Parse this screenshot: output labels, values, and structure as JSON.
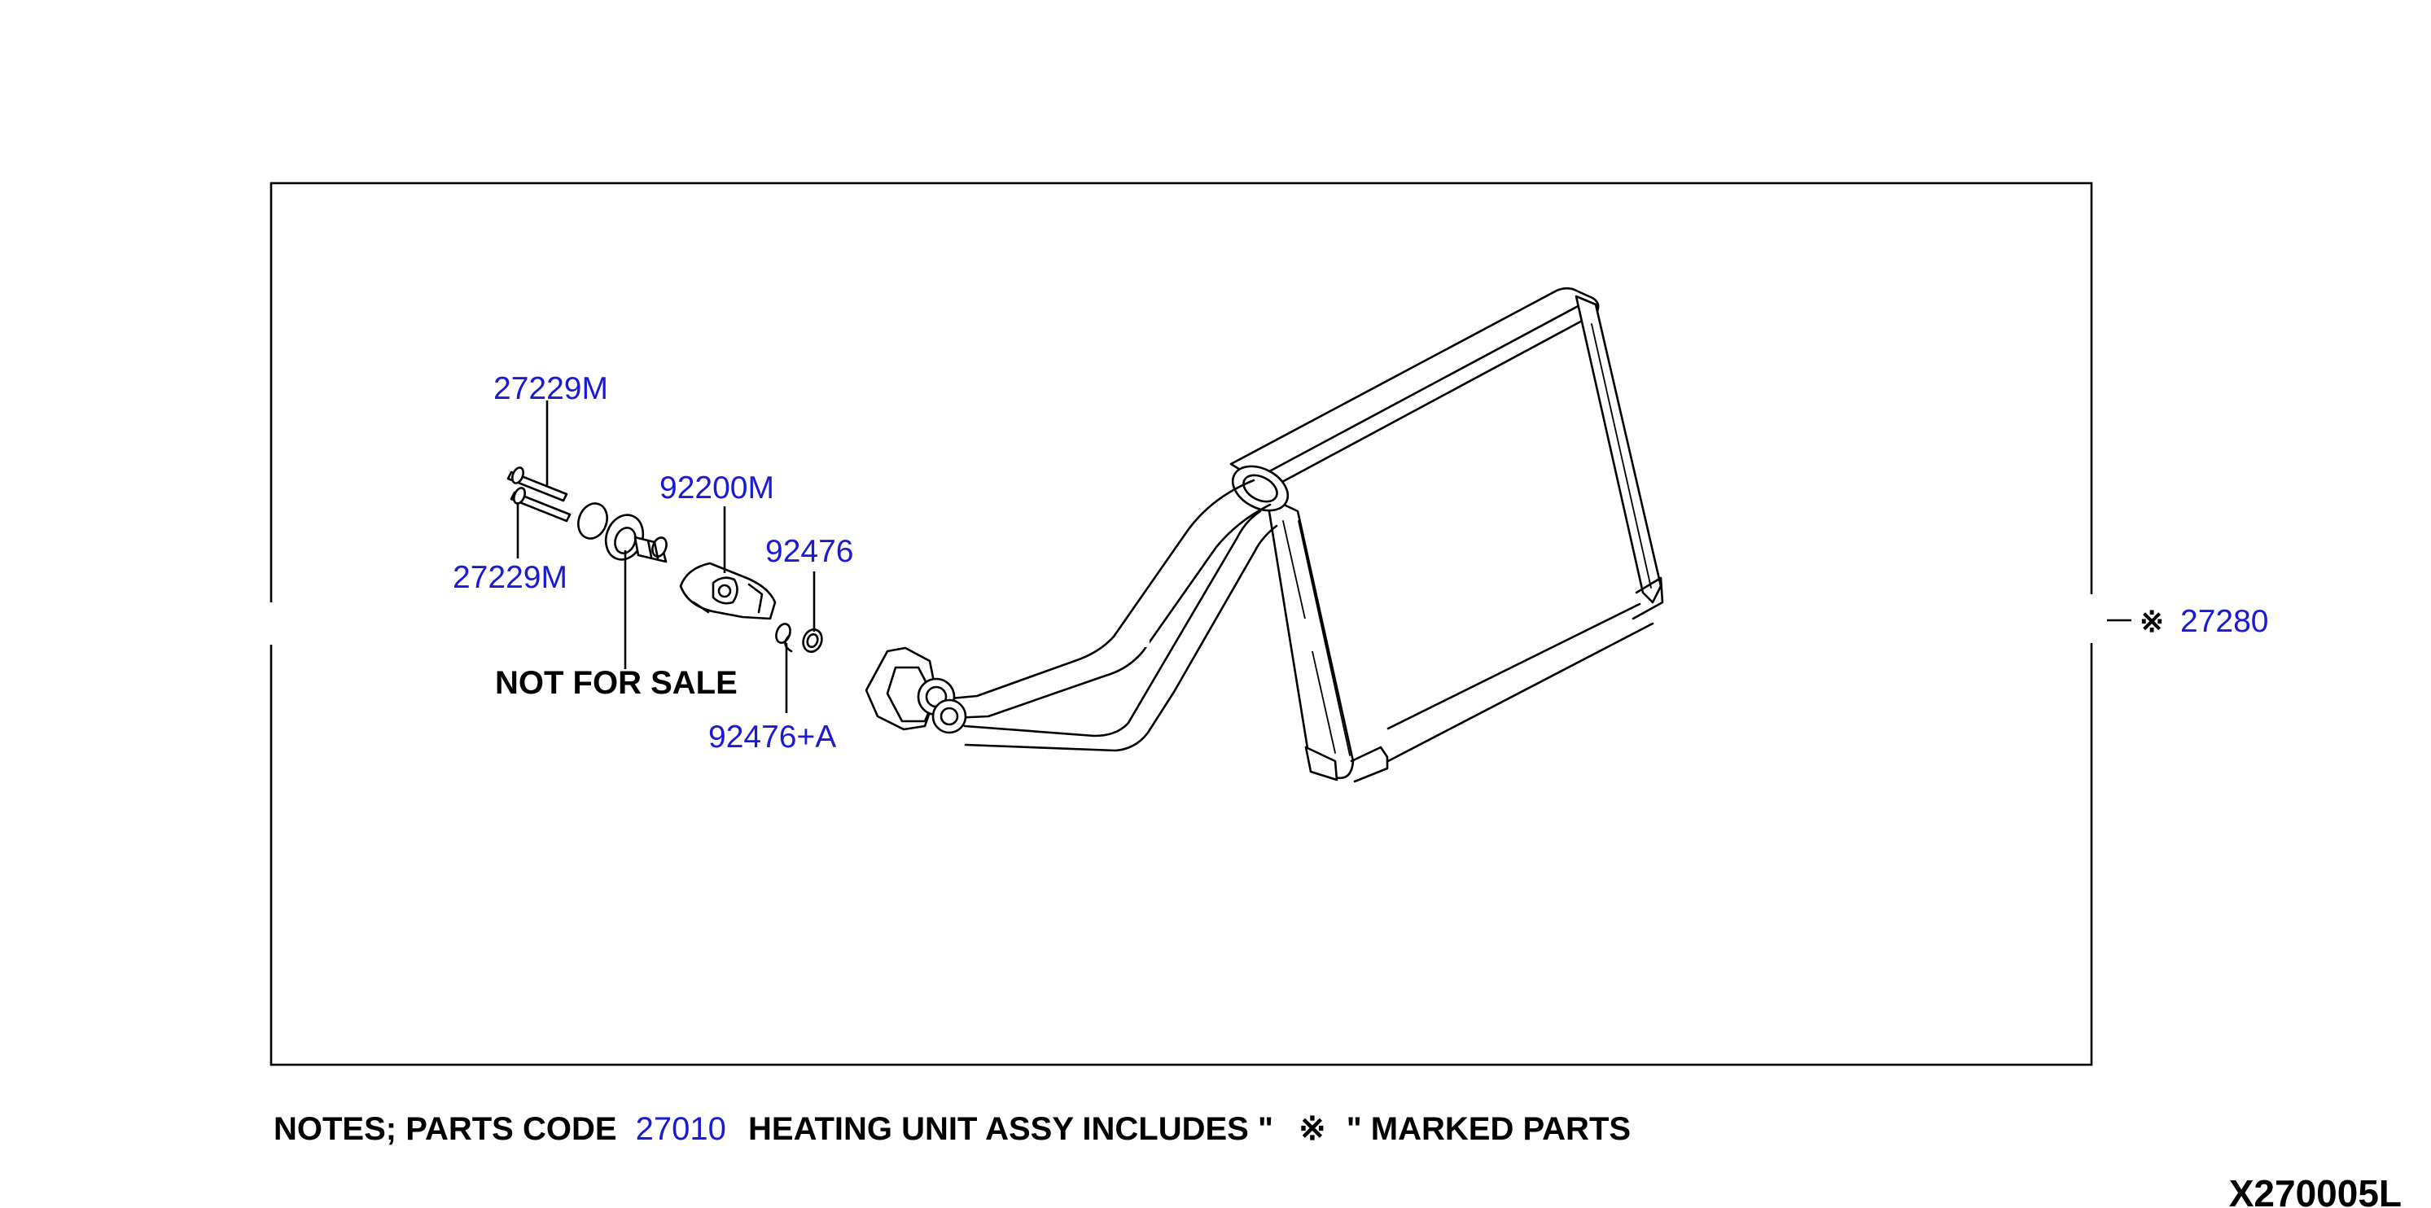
{
  "diagram": {
    "drawing_code": "X270005L",
    "not_for_sale": "NOT FOR SALE",
    "parts": [
      {
        "id": "p1",
        "label": "27229M"
      },
      {
        "id": "p2",
        "label": "27229M"
      },
      {
        "id": "p3",
        "label": "92200M"
      },
      {
        "id": "p4",
        "label": "92476"
      },
      {
        "id": "p5",
        "label": "92476+A"
      },
      {
        "id": "p6",
        "label": "27280"
      }
    ],
    "note": {
      "prefix": "NOTES; PARTS CODE",
      "code": "27010",
      "middle": "HEATING UNIT ASSY INCLUDES \"",
      "mark": "※",
      "suffix": "\" MARKED PARTS"
    },
    "colors": {
      "label": "#1a1ad6",
      "line": "#000000",
      "background": "#ffffff"
    }
  }
}
